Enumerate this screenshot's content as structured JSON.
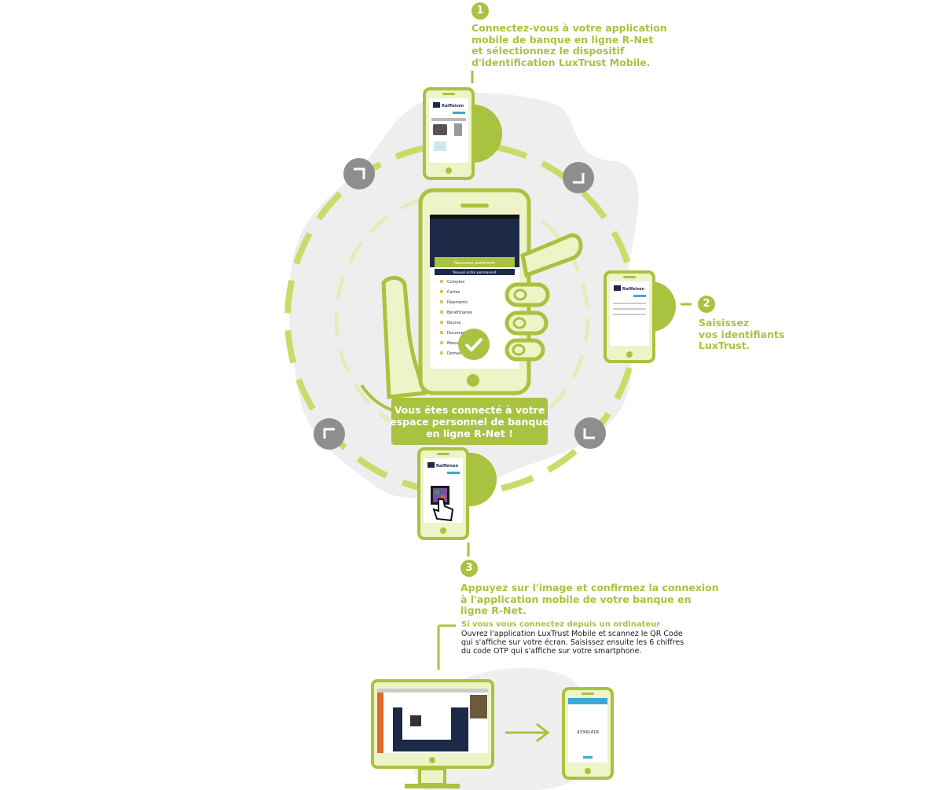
{
  "steps": [
    {
      "number": "1",
      "text": "Connectez-vous à votre application\nmobile de banque en ligne R-Net\net sélectionnez le dispositif\nd'identification LuxTrust Mobile."
    },
    {
      "number": "2",
      "text": "Saisissez\nvos identifiants\nLuxTrust."
    },
    {
      "number": "3",
      "text": "Appuyez sur l'image et confirmez la connexion\nà l'application mobile de votre banque en\nligne R-Net."
    }
  ],
  "success_banner": "Vous êtes connecté à votre\nespace personnel de banque\nen ligne R-Net !",
  "computer": {
    "heading": "Si vous vous connectez depuis un ordinateur",
    "body": "Ouvrez l'application LuxTrust Mobile et scannez le QR Code qui s'affiche sur votre écran. Saisissez ensuite les 6 chiffres du code OTP qui s'affiche sur votre smartphone."
  },
  "brand": {
    "name": "Raiffeisen",
    "partner": "LuxTrust"
  },
  "phone_menu": {
    "new_payment": "Nouveau paiement",
    "new_order": "Nouvel ordre permanent",
    "items": [
      "Comptes",
      "Cartes",
      "Paiements",
      "Bénéficiaires",
      "Bourse",
      "Documents",
      "Messages",
      "Demandes"
    ]
  },
  "otp_code": "43391416",
  "colors": {
    "accent": "#a9c23f",
    "accent_light": "#d8e59a",
    "phone_fill": "#eef3c8",
    "navy": "#1c2a48",
    "grey_circle": "#8e8e8e",
    "blob": "#eeeeee"
  },
  "icons": [
    "check-icon",
    "arrow-icon",
    "hand-pointer-icon",
    "qr-code-icon"
  ]
}
